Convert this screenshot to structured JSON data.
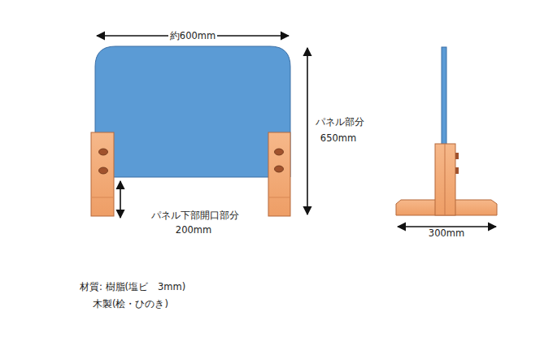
{
  "diagram": {
    "labels": [
      "約600mm",
      "パネル部分",
      "650mm",
      "パネル下部開口部分",
      "200mm",
      "300mm",
      "材質: 樹脂(塩ビ　3mm)",
      "木製(桧・ひのき)"
    ]
  }
}
